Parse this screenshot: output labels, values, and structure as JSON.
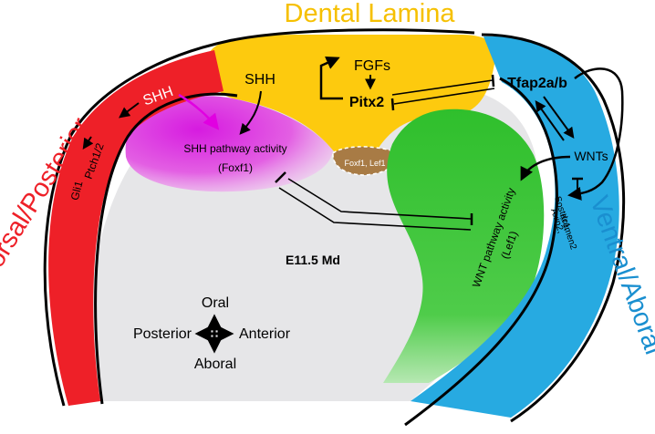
{
  "labels": {
    "dental_lamina": "Dental Lamina",
    "dorsal_posterior": "Dorsal/Posterior",
    "ventral_aboral": "Ventral/Aboral",
    "shh_dorsal": "SHH",
    "ptch": "Ptch1/2",
    "gli1": "Gli1",
    "shh_lamina": "SHH",
    "fgfs": "FGFs",
    "pitx2": "Pitx2",
    "tfap2": "Tfap2a/b",
    "shh_activity": "SHH pathway activity",
    "foxf1": "(Foxf1)",
    "knot": "Foxf1, Lef1",
    "wnts": "WNTs",
    "sostdc1": "Sostdc1,",
    "axin2": "Axin2,",
    "kremen2": "Kremen2",
    "wnt_activity": "WNT pathway activity",
    "lef1": "(Lef1)",
    "stage": "E11.5 Md",
    "oral": "Oral",
    "aboral": "Aboral",
    "posterior": "Posterior",
    "anterior": "Anterior"
  },
  "colors": {
    "dorsal": "#ee2028",
    "ventral": "#27aae1",
    "lamina": "#fdca0e",
    "shh_zone": "#e14fe1",
    "wnt_zone": "#3ec43c",
    "mesenchyme": "#e6e6e8",
    "knot": "#a87b45"
  }
}
